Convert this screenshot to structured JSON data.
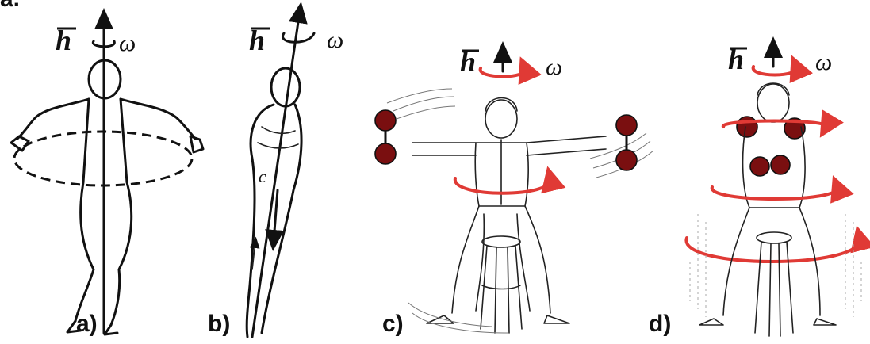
{
  "header_text": "a.",
  "panels": [
    {
      "label": "a)",
      "symbol_h": "h",
      "symbol_omega": "ω"
    },
    {
      "label": "b)",
      "symbol_h": "h",
      "symbol_omega": "ω",
      "point_label": "c"
    },
    {
      "label": "c)",
      "symbol_h": "h",
      "symbol_omega": "ω"
    },
    {
      "label": "d)",
      "symbol_h": "h",
      "symbol_omega": "ω"
    }
  ],
  "colors": {
    "rotation_arrow": "#e03a35",
    "dumbbell": "#7a0f10",
    "ink": "#111111"
  }
}
